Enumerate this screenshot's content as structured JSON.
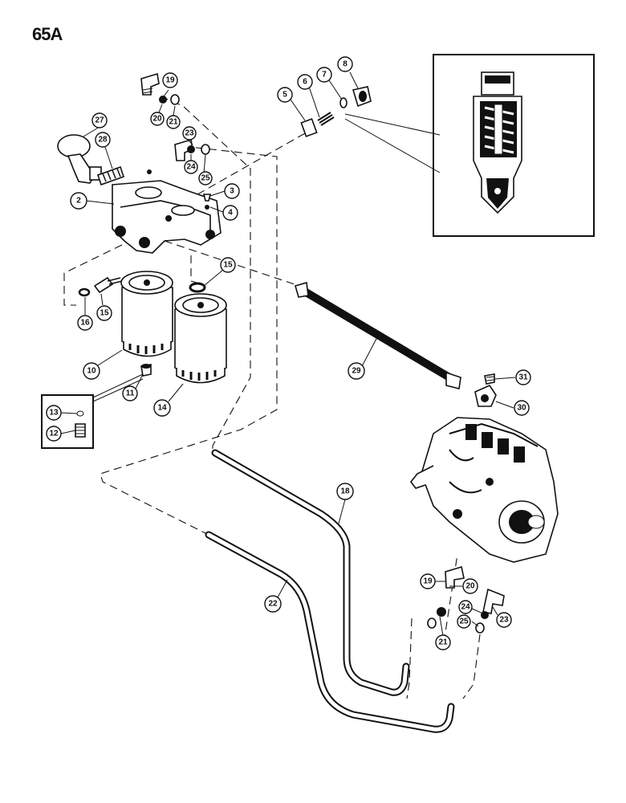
{
  "page": {
    "label": "65A"
  },
  "callouts": [
    {
      "id": "c2",
      "text": "2"
    },
    {
      "id": "c3",
      "text": "3"
    },
    {
      "id": "c4",
      "text": "4"
    },
    {
      "id": "c5",
      "text": "5"
    },
    {
      "id": "c6",
      "text": "6"
    },
    {
      "id": "c7",
      "text": "7"
    },
    {
      "id": "c8",
      "text": "8"
    },
    {
      "id": "c10",
      "text": "10"
    },
    {
      "id": "c11",
      "text": "11"
    },
    {
      "id": "c12",
      "text": "12"
    },
    {
      "id": "c13",
      "text": "13"
    },
    {
      "id": "c14",
      "text": "14"
    },
    {
      "id": "c15a",
      "text": "15"
    },
    {
      "id": "c15b",
      "text": "15"
    },
    {
      "id": "c16",
      "text": "16"
    },
    {
      "id": "c18",
      "text": "18"
    },
    {
      "id": "c19a",
      "text": "19"
    },
    {
      "id": "c19b",
      "text": "19"
    },
    {
      "id": "c20a",
      "text": "20"
    },
    {
      "id": "c20b",
      "text": "20"
    },
    {
      "id": "c21a",
      "text": "21"
    },
    {
      "id": "c21b",
      "text": "21"
    },
    {
      "id": "c22",
      "text": "22"
    },
    {
      "id": "c23a",
      "text": "23"
    },
    {
      "id": "c23b",
      "text": "23"
    },
    {
      "id": "c24a",
      "text": "24"
    },
    {
      "id": "c24b",
      "text": "24"
    },
    {
      "id": "c25a",
      "text": "25"
    },
    {
      "id": "c25b",
      "text": "25"
    },
    {
      "id": "c27",
      "text": "27"
    },
    {
      "id": "c28",
      "text": "28"
    },
    {
      "id": "c29",
      "text": "29"
    },
    {
      "id": "c30",
      "text": "30"
    },
    {
      "id": "c31",
      "text": "31"
    }
  ]
}
